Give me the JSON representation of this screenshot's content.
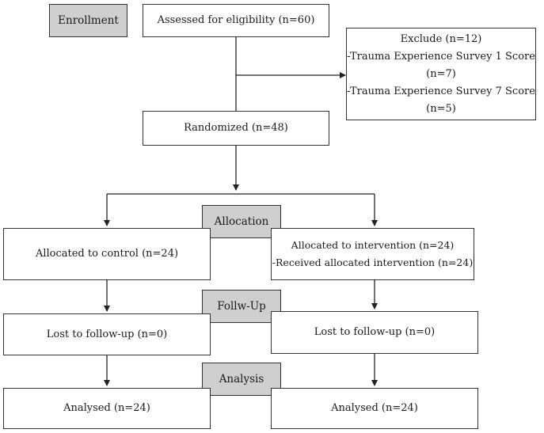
{
  "stages": {
    "enrollment": "Enrollment",
    "allocation": "Allocation",
    "follow_up": "Follw-Up",
    "analysis": "Analysis"
  },
  "boxes": {
    "assessed": "Assessed for eligibility (n=60)",
    "exclude": {
      "title": "Exclude (n=12)",
      "line1": "-Trauma Experience Survey 1 Score",
      "line2": "(n=7)",
      "line3": "-Trauma Experience Survey 7 Score",
      "line4": "(n=5)"
    },
    "randomized": "Randomized (n=48)",
    "allocated_control": "Allocated to control (n=24)",
    "allocated_intervention": {
      "line1": "Allocated to intervention (n=24)",
      "line2": "-Received allocated intervention (n=24)"
    },
    "lost_control": "Lost to follow-up (n=0)",
    "lost_intervention": "Lost to follow-up (n=0)",
    "analysed_control": "Analysed (n=24)",
    "analysed_intervention": "Analysed (n=24)"
  },
  "colors": {
    "stage_fill": "#cfcfcf",
    "box_border": "#333333",
    "line": "#222222"
  }
}
